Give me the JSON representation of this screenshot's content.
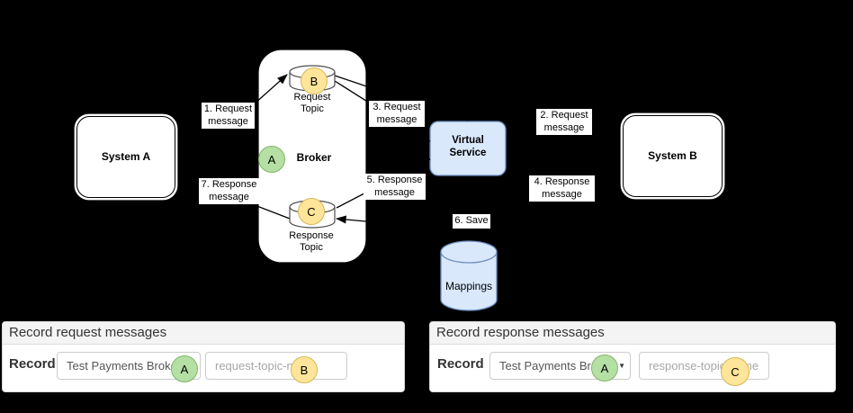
{
  "diagram": {
    "system_a": "System A",
    "system_b": "System B",
    "broker": {
      "badge": "A",
      "label": "Broker"
    },
    "virtual_service": "Virtual Service",
    "request_topic": {
      "badge": "B",
      "label": "Request Topic"
    },
    "response_topic": {
      "badge": "C",
      "label": "Response Topic"
    },
    "mappings": "Mappings",
    "messages": {
      "m1": "1. Request message",
      "m2": "2. Request message",
      "m3": "3. Request message",
      "m4": "4. Response message",
      "m5": "5. Response message",
      "m6": "6. Save",
      "m7": "7. Response message"
    }
  },
  "panels": {
    "request": {
      "title": "Record request messages",
      "record_label": "Record",
      "broker_value": "Test Payments Broker",
      "topic_placeholder": "request-topic-name",
      "badge_broker": "A",
      "badge_topic": "B",
      "caret": "▼"
    },
    "response": {
      "title": "Record response messages",
      "record_label": "Record",
      "broker_value": "Test Payments Broker",
      "topic_placeholder": "response-topic-name",
      "badge_broker": "A",
      "badge_topic": "C",
      "caret": "▼"
    }
  },
  "colors": {
    "background": "#000000",
    "node_blue_fill": "#dae8fc",
    "node_blue_stroke": "#6c8ebf",
    "badge_green_fill": "#b5e0a4",
    "badge_green_stroke": "#82b366",
    "badge_yellow_fill": "#ffe599",
    "badge_yellow_stroke": "#d6b656",
    "panel_heading_bg": "#f4f4f4",
    "panel_border": "#dddddd"
  }
}
